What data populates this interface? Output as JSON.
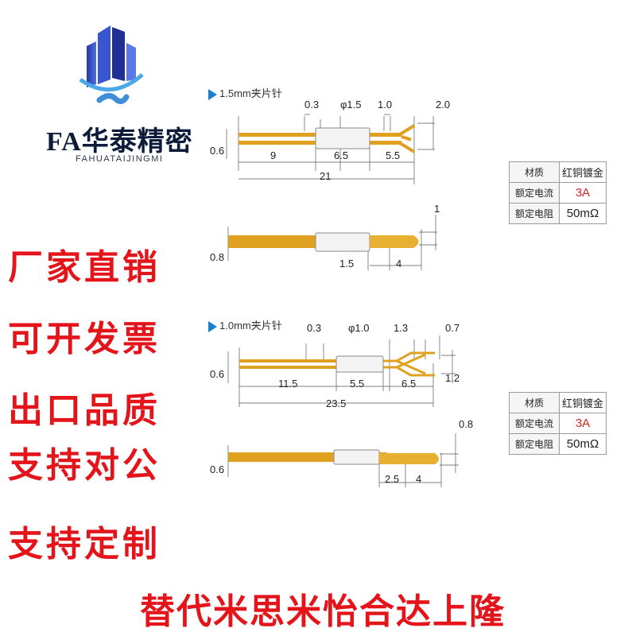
{
  "brand": {
    "name": "FA华泰精密",
    "subtitle": "FAHUATAIJINGMI"
  },
  "promos": [
    "厂家直销",
    "可开发票",
    "出口品质",
    "支持对公",
    "支持定制"
  ],
  "bottom_text": "替代米思米怡合达上隆",
  "sections": [
    {
      "title": "1.5mm夹片针",
      "top_dims": [
        "0.3",
        "φ1.5",
        "1.0",
        "2.0"
      ],
      "left_dim": "0.6",
      "row_dims": [
        "9",
        "6.5",
        "5.5"
      ],
      "total": "21",
      "side_view": {
        "left_dim": "0.8",
        "tip_dim": "1",
        "dims": [
          "1.5",
          "4"
        ]
      },
      "spec": [
        {
          "k": "材质",
          "v": "红铜镀金"
        },
        {
          "k": "额定电流",
          "v": "3A"
        },
        {
          "k": "额定电阻",
          "v": "50mΩ"
        }
      ]
    },
    {
      "title": "1.0mm夹片针",
      "top_dims": [
        "0.3",
        "φ1.0",
        "1.3",
        "0.7"
      ],
      "left_dim": "0.6",
      "right_dim": "1.2",
      "row_dims": [
        "11.5",
        "5.5",
        "6.5"
      ],
      "total": "23.5",
      "side_view": {
        "left_dim": "0.6",
        "tip_dim": "0.8",
        "dims": [
          "2.5",
          "4"
        ]
      },
      "spec": [
        {
          "k": "材质",
          "v": "红铜镀金"
        },
        {
          "k": "额定电流",
          "v": "3A"
        },
        {
          "k": "额定电阻",
          "v": "50mΩ"
        }
      ]
    }
  ],
  "colors": {
    "promo_red": "#e4141b",
    "pin_gold": "#e0a020",
    "accent_blue": "#1a7fd0"
  }
}
